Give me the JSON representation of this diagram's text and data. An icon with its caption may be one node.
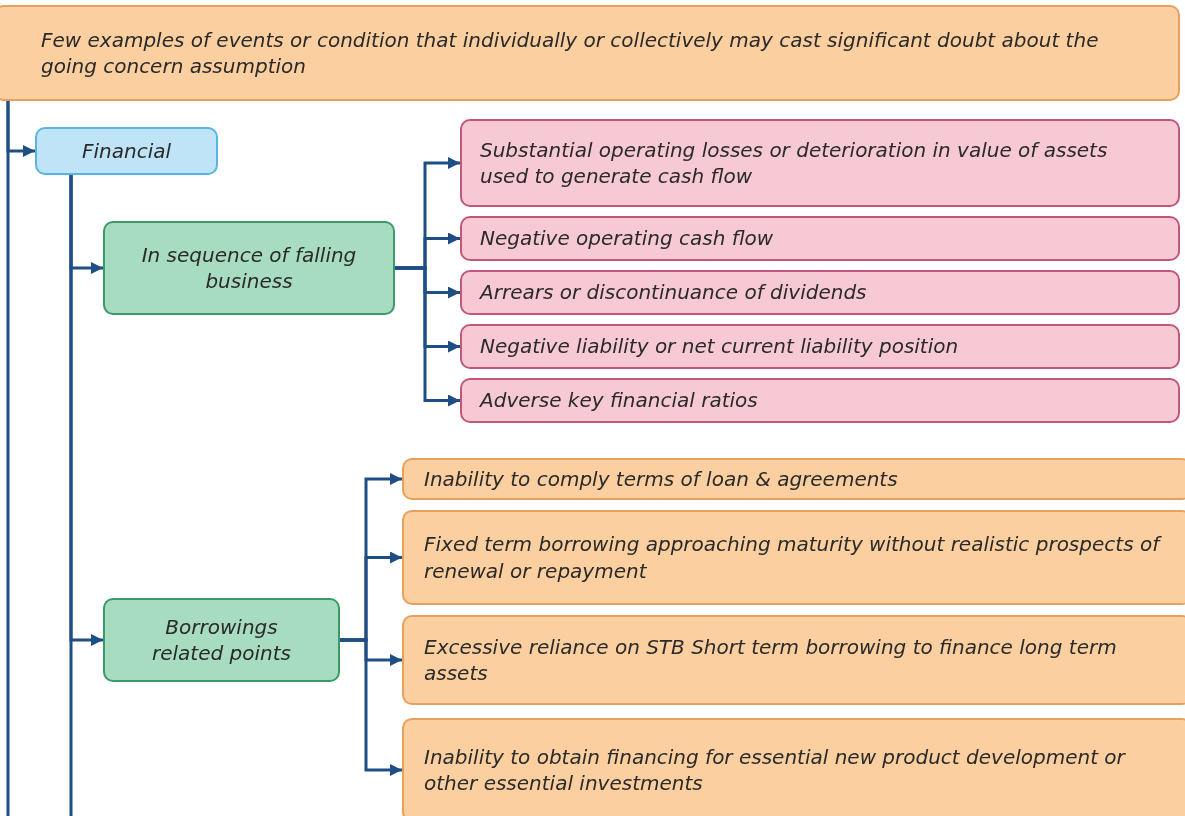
{
  "diagram": {
    "nodes": [
      {
        "text": [
          "Few examples of events or condition that individually or collectively may cast significant doubt about the going concern assumption"
        ]
      },
      {
        "text": [
          "Financial"
        ]
      },
      {
        "text": [
          "In sequence of falling business"
        ]
      },
      {
        "text": [
          "Substantial operating losses or deterioration in value of assets used to generate cash flow"
        ]
      },
      {
        "text": [
          "Negative operating cash flow"
        ]
      },
      {
        "text": [
          "Arrears or discontinuance of dividends"
        ]
      },
      {
        "text": [
          "Negative liability or net current liability position"
        ]
      },
      {
        "text": [
          "Adverse key financial ratios"
        ]
      },
      {
        "text": [
          "Borrowings related points"
        ]
      },
      {
        "text": [
          "Inability to comply terms of loan & agreements"
        ]
      },
      {
        "text": [
          "Fixed term borrowing approaching maturity without realistic prospects of renewal or repayment"
        ]
      },
      {
        "text": [
          "Excessive reliance on STB Short term borrowing to finance long term assets"
        ]
      },
      {
        "text": [
          "Inability to obtain financing for essential new product development or other essential investments"
        ]
      }
    ],
    "edges": [
      {
        "from": 0,
        "to": 1,
        "arrow": "to"
      },
      {
        "from": 1,
        "to": 2,
        "arrow": "to"
      },
      {
        "from": 1,
        "to": 8,
        "arrow": "to"
      },
      {
        "from": 2,
        "to": 3,
        "arrow": "to"
      },
      {
        "from": 2,
        "to": 4,
        "arrow": "to"
      },
      {
        "from": 2,
        "to": 5,
        "arrow": "to"
      },
      {
        "from": 2,
        "to": 6,
        "arrow": "to"
      },
      {
        "from": 2,
        "to": 7,
        "arrow": "to"
      },
      {
        "from": 8,
        "to": 9,
        "arrow": "to"
      },
      {
        "from": 8,
        "to": 10,
        "arrow": "to"
      },
      {
        "from": 8,
        "to": 11,
        "arrow": "to"
      },
      {
        "from": 8,
        "to": 12,
        "arrow": "to"
      }
    ]
  }
}
